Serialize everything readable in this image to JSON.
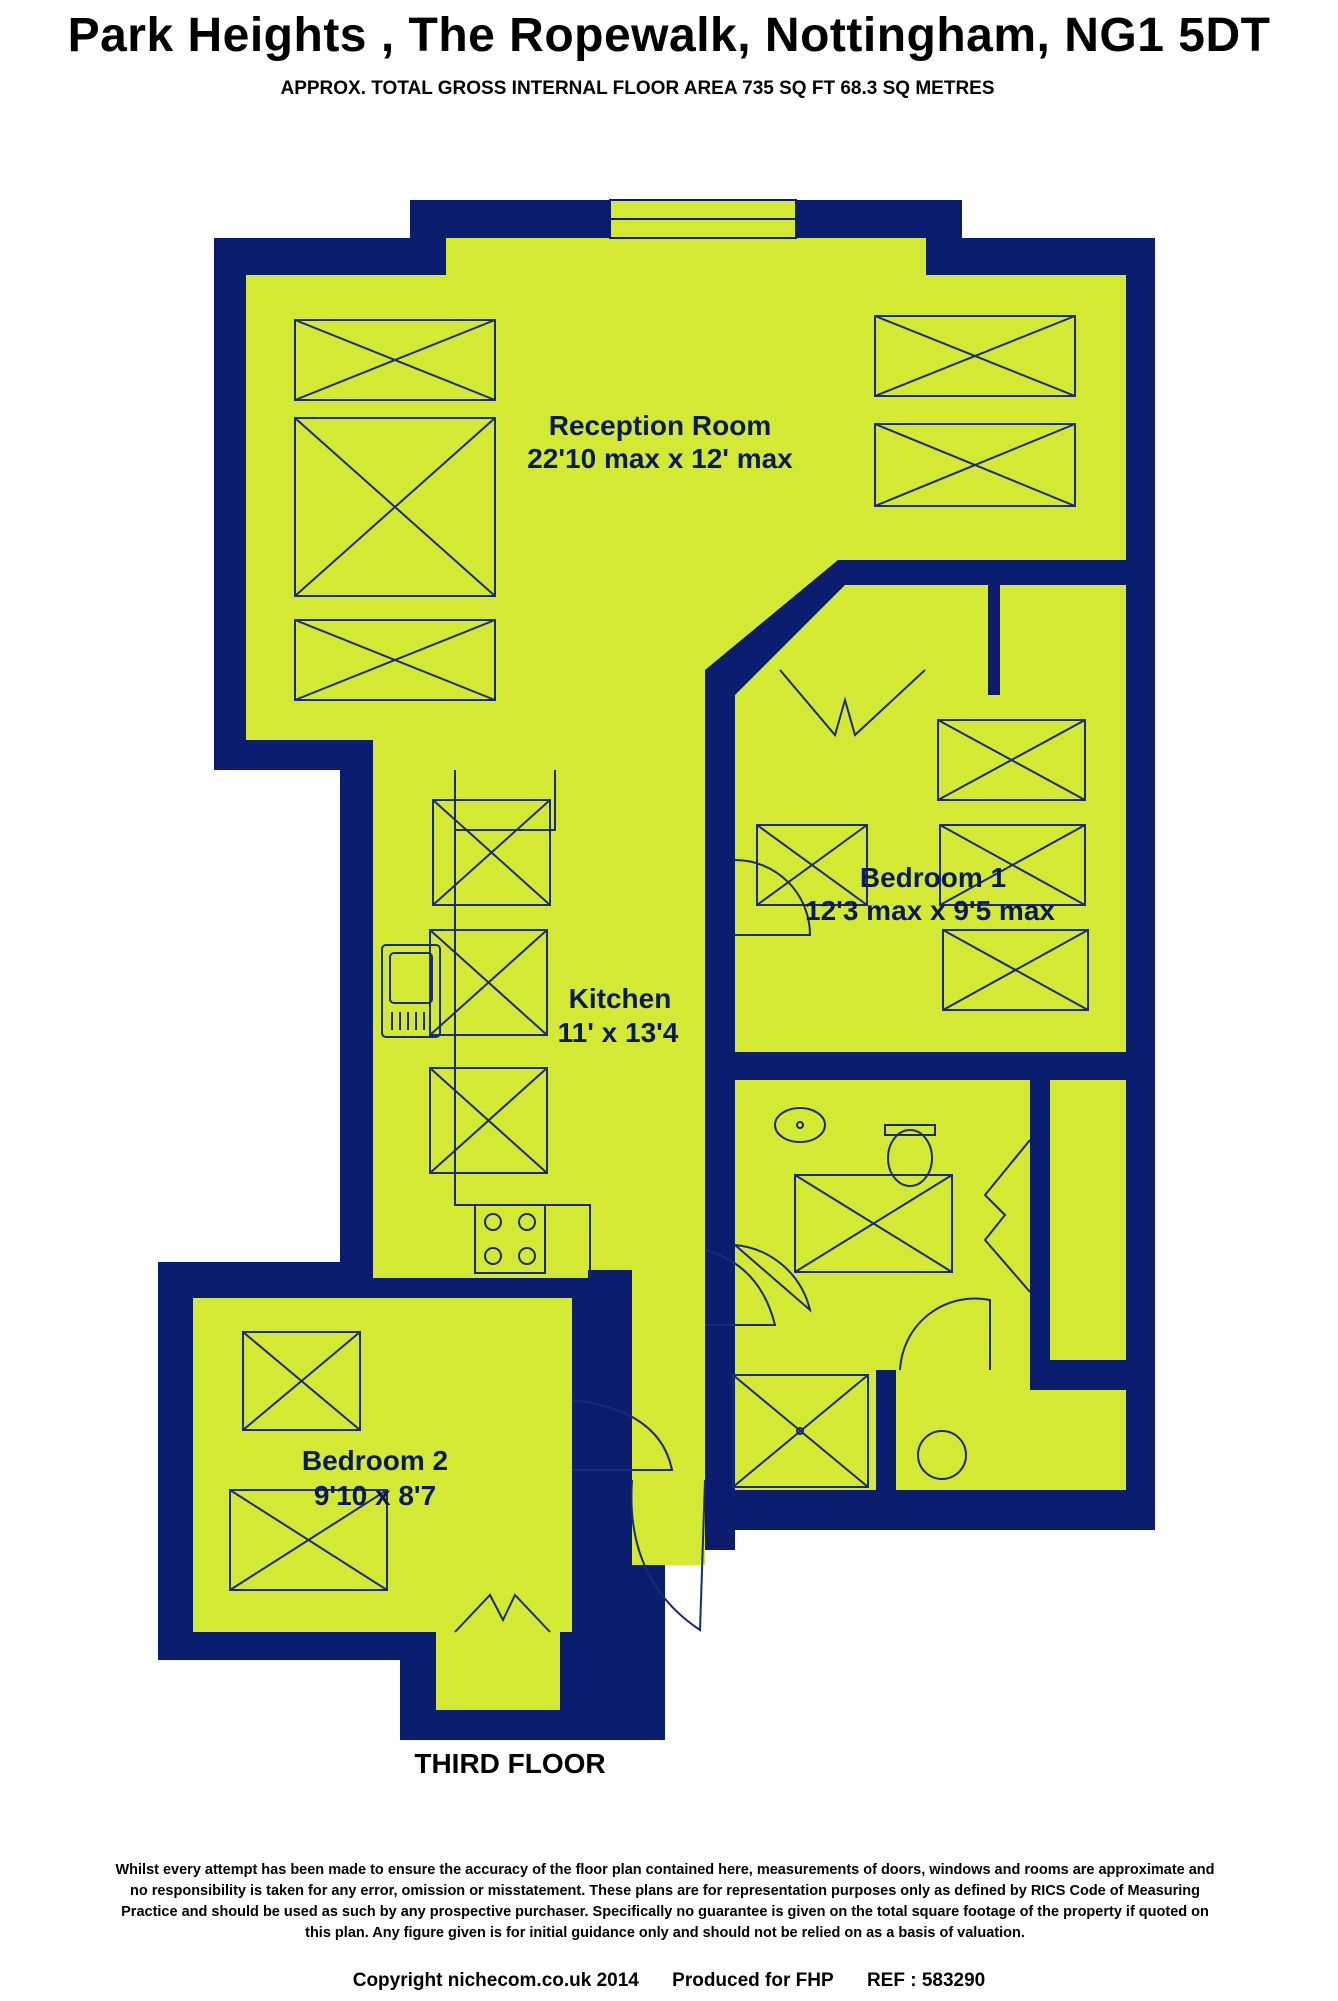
{
  "header": {
    "title": "Park Heights , The Ropewalk, Nottingham, NG1 5DT",
    "subtitle": "APPROX. TOTAL GROSS INTERNAL FLOOR AREA 735 SQ FT 68.3 SQ METRES"
  },
  "rooms": {
    "reception": {
      "name": "Reception Room",
      "dims": "22'10 max x 12' max"
    },
    "kitchen": {
      "name": "Kitchen",
      "dims": "11' x 13'4"
    },
    "bedroom1": {
      "name": "Bedroom 1",
      "dims": "12'3 max x 9'5 max"
    },
    "bedroom2": {
      "name": "Bedroom 2",
      "dims": "9'10 x 8'7"
    }
  },
  "floor_label": "THIRD FLOOR",
  "disclaimer": "Whilst every attempt has been made to ensure the accuracy of the floor plan contained here, measurements of doors, windows and rooms are approximate and no responsibility is taken for any error, omission or misstatement. These plans are for representation purposes only as defined by RICS Code of Measuring Practice and should be used as such by any prospective purchaser. Specifically no guarantee is given on the total square footage of the property if quoted on this plan. Any figure given is for initial guidance only and should not be relied on as a basis of valuation.",
  "footer": {
    "copyright": "Copyright nichecom.co.uk 2014",
    "produced_for": "Produced for FHP",
    "ref": "REF : 583290"
  },
  "colors": {
    "wall": "#0a1d6e",
    "floor": "#d4e934",
    "furniture_line": "#1a2a7a"
  }
}
